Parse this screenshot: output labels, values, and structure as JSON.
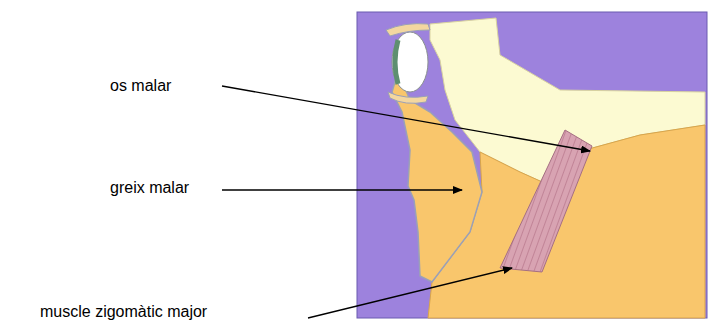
{
  "diagram": {
    "labels": [
      "os malar",
      "greix malar",
      "muscle zigomàtic major"
    ]
  }
}
